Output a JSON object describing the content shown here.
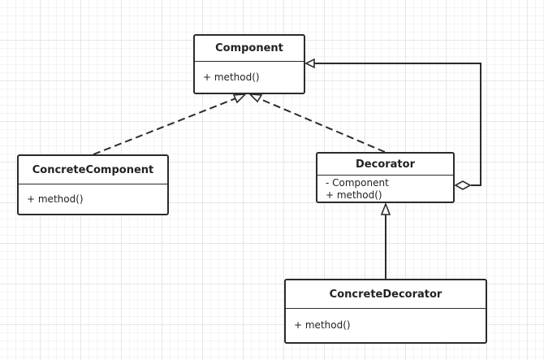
{
  "classes": {
    "component": {
      "name": "Component",
      "members": [
        "+ method()"
      ]
    },
    "concrete_component": {
      "name": "ConcreteComponent",
      "members": [
        "+ method()"
      ]
    },
    "decorator": {
      "name": "Decorator",
      "members": [
        "- Component",
        "+ method()"
      ]
    },
    "concrete_decorator": {
      "name": "ConcreteDecorator",
      "members": [
        "+ method()"
      ]
    }
  },
  "relationships": [
    {
      "from": "ConcreteComponent",
      "to": "Component",
      "type": "realization"
    },
    {
      "from": "Decorator",
      "to": "Component",
      "type": "realization"
    },
    {
      "from": "Decorator",
      "to": "Component",
      "type": "aggregation"
    },
    {
      "from": "ConcreteDecorator",
      "to": "Decorator",
      "type": "generalization"
    }
  ],
  "colors": {
    "line": "#2b2b2b",
    "grid": "#e6e6e6",
    "background": "#ffffff"
  }
}
